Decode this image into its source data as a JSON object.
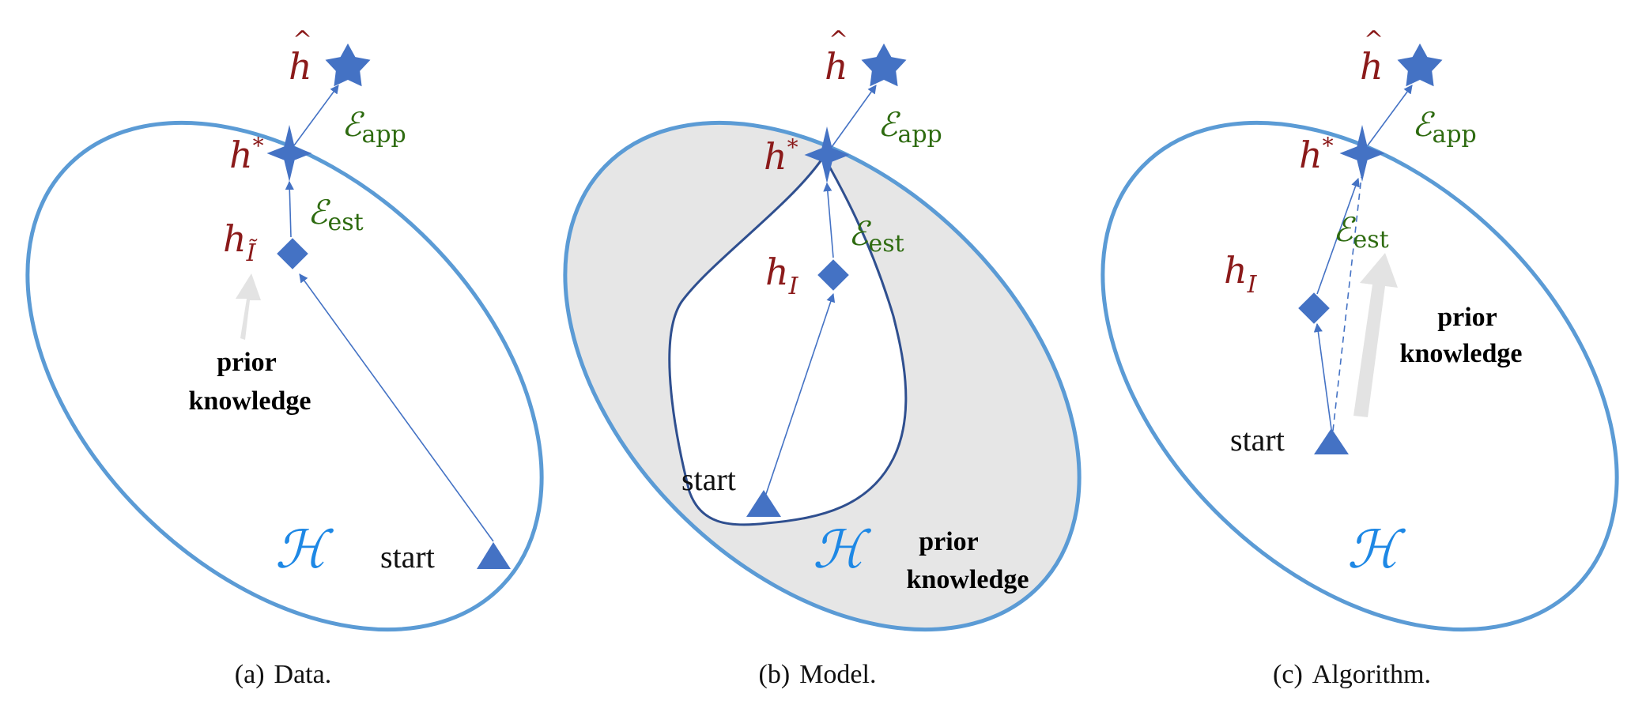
{
  "colors": {
    "ellipse": "#5b9bd5",
    "marker": "#4472c4",
    "path": "#2f4f8f",
    "shade": "#e6e6e6",
    "arrow_gray": "#e3e3e3",
    "h_label": "#8b1a1a",
    "error_label": "#2e6b10",
    "space_label": "#1e88e5"
  },
  "icons": {
    "target": "star-icon",
    "intermediate": "diamond-icon",
    "start": "triangle-icon"
  },
  "panels": [
    {
      "caption_tag": "(a)",
      "caption_text": "Data.",
      "h_hat": "h",
      "h_star": "h",
      "h_star_sup": "*",
      "h_mid": "h",
      "h_mid_sub": "Ĩ",
      "e_app": "ℰ",
      "e_app_sub": "app",
      "e_est": "ℰ",
      "e_est_sub": "est",
      "start": "start",
      "space": "ℋ",
      "prior_1": "prior",
      "prior_2": "knowledge"
    },
    {
      "caption_tag": "(b)",
      "caption_text": "Model.",
      "h_hat": "h",
      "h_star": "h",
      "h_star_sup": "*",
      "h_mid": "h",
      "h_mid_sub": "I",
      "e_app": "ℰ",
      "e_app_sub": "app",
      "e_est": "ℰ",
      "e_est_sub": "est",
      "start": "start",
      "space": "ℋ",
      "prior_1": "prior",
      "prior_2": "knowledge"
    },
    {
      "caption_tag": "(c)",
      "caption_text": "Algorithm.",
      "h_hat": "h",
      "h_star": "h",
      "h_star_sup": "*",
      "h_mid": "h",
      "h_mid_sub": "I",
      "e_app": "ℰ",
      "e_app_sub": "app",
      "e_est": "ℰ",
      "e_est_sub": "est",
      "start": "start",
      "space": "ℋ",
      "prior_1": "prior",
      "prior_2": "knowledge"
    }
  ]
}
